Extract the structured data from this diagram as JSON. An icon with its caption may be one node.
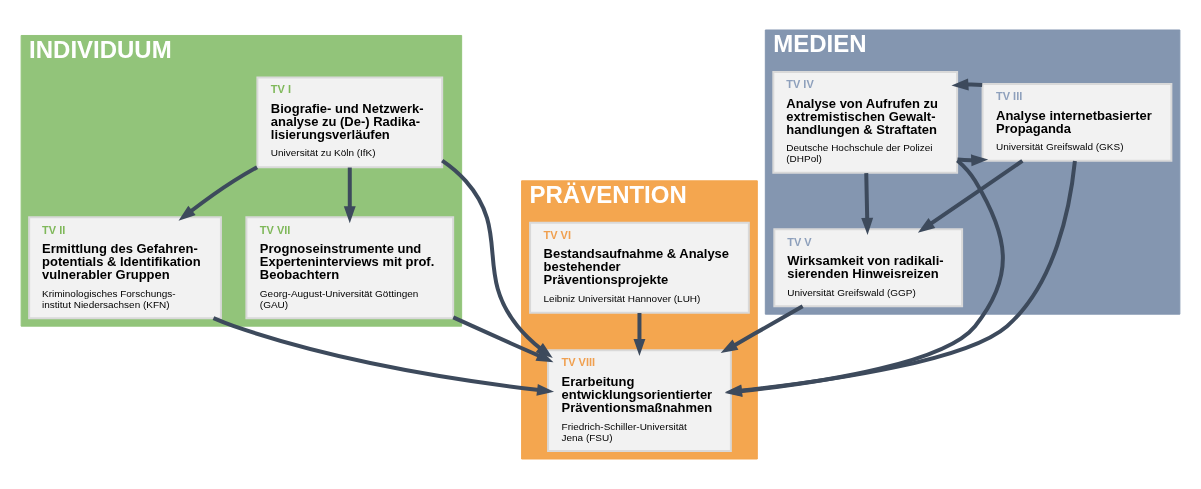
{
  "diagram": {
    "nodes": [
      {
        "text": [
          "INDIVIDUUM"
        ]
      },
      {
        "text": [
          "TV I",
          "Biografie- und Netzwerk- analyse zu (De-) Radika- lisierungsverläufen",
          "Universität zu Köln (IfK)"
        ],
        "in": 0
      },
      {
        "text": [
          "TV VII",
          "Prognoseinstrumente und Experteninterviews mit prof. Beobachtern",
          "Georg-August-Universität Göttingen (GAU)"
        ],
        "in": 0
      },
      {
        "text": [
          "TV II",
          "Ermittlung des Gefahren- potentials & Identifikation vulnerabler Gruppen",
          "Kriminologisches Forschungs- institut Niedersachsen (KFN)"
        ],
        "in": 0
      },
      {
        "text": [
          "MEDIEN"
        ]
      },
      {
        "text": [
          "TV III",
          "Analyse internetbasierter Propaganda",
          "Universität Greifswald (GKS)"
        ],
        "in": 4
      },
      {
        "text": [
          "TV IV",
          "Analyse von Aufrufen zu extremistischen Gewalt- handlungen & Straftaten",
          "Deutsche Hochschule der Polizei (DHPol)"
        ],
        "in": 4
      },
      {
        "text": [
          "TV V",
          "Wirksamkeit von radikali- sierenden Hinweisreizen",
          "Universität Greifswald (GGP)"
        ],
        "in": 4
      },
      {
        "text": [
          "PRÄVENTION"
        ]
      },
      {
        "text": [
          "TV VI",
          "Bestandsaufnahme & Analyse bestehender Präventionsprojekte",
          "Leibniz Universität Hannover (LUH)"
        ],
        "in": 8
      },
      {
        "text": [
          "TV VIII",
          "Erarbeitung entwicklungsorientierter Präventionsmaßnahmen",
          "Friedrich-Schiller-Universität Jena (FSU)"
        ],
        "in": 8
      }
    ],
    "edges": [
      {
        "from": 1,
        "to": 2,
        "arrow": "to"
      },
      {
        "from": 1,
        "to": 3,
        "arrow": "to"
      },
      {
        "from": 1,
        "to": 10,
        "arrow": "to"
      },
      {
        "from": 2,
        "to": 10,
        "arrow": "to"
      },
      {
        "from": 3,
        "to": 10,
        "arrow": "to"
      },
      {
        "from": 6,
        "to": 5,
        "arrow": "to"
      },
      {
        "from": 5,
        "to": 6,
        "arrow": "to"
      },
      {
        "from": 5,
        "to": 7,
        "arrow": "to"
      },
      {
        "from": 6,
        "to": 7,
        "arrow": "to"
      },
      {
        "from": 5,
        "to": 10,
        "arrow": "to"
      },
      {
        "from": 7,
        "to": 10,
        "arrow": "to"
      },
      {
        "from": 6,
        "to": 10,
        "arrow": "to"
      },
      {
        "from": 9,
        "to": 10,
        "arrow": "to"
      }
    ]
  }
}
